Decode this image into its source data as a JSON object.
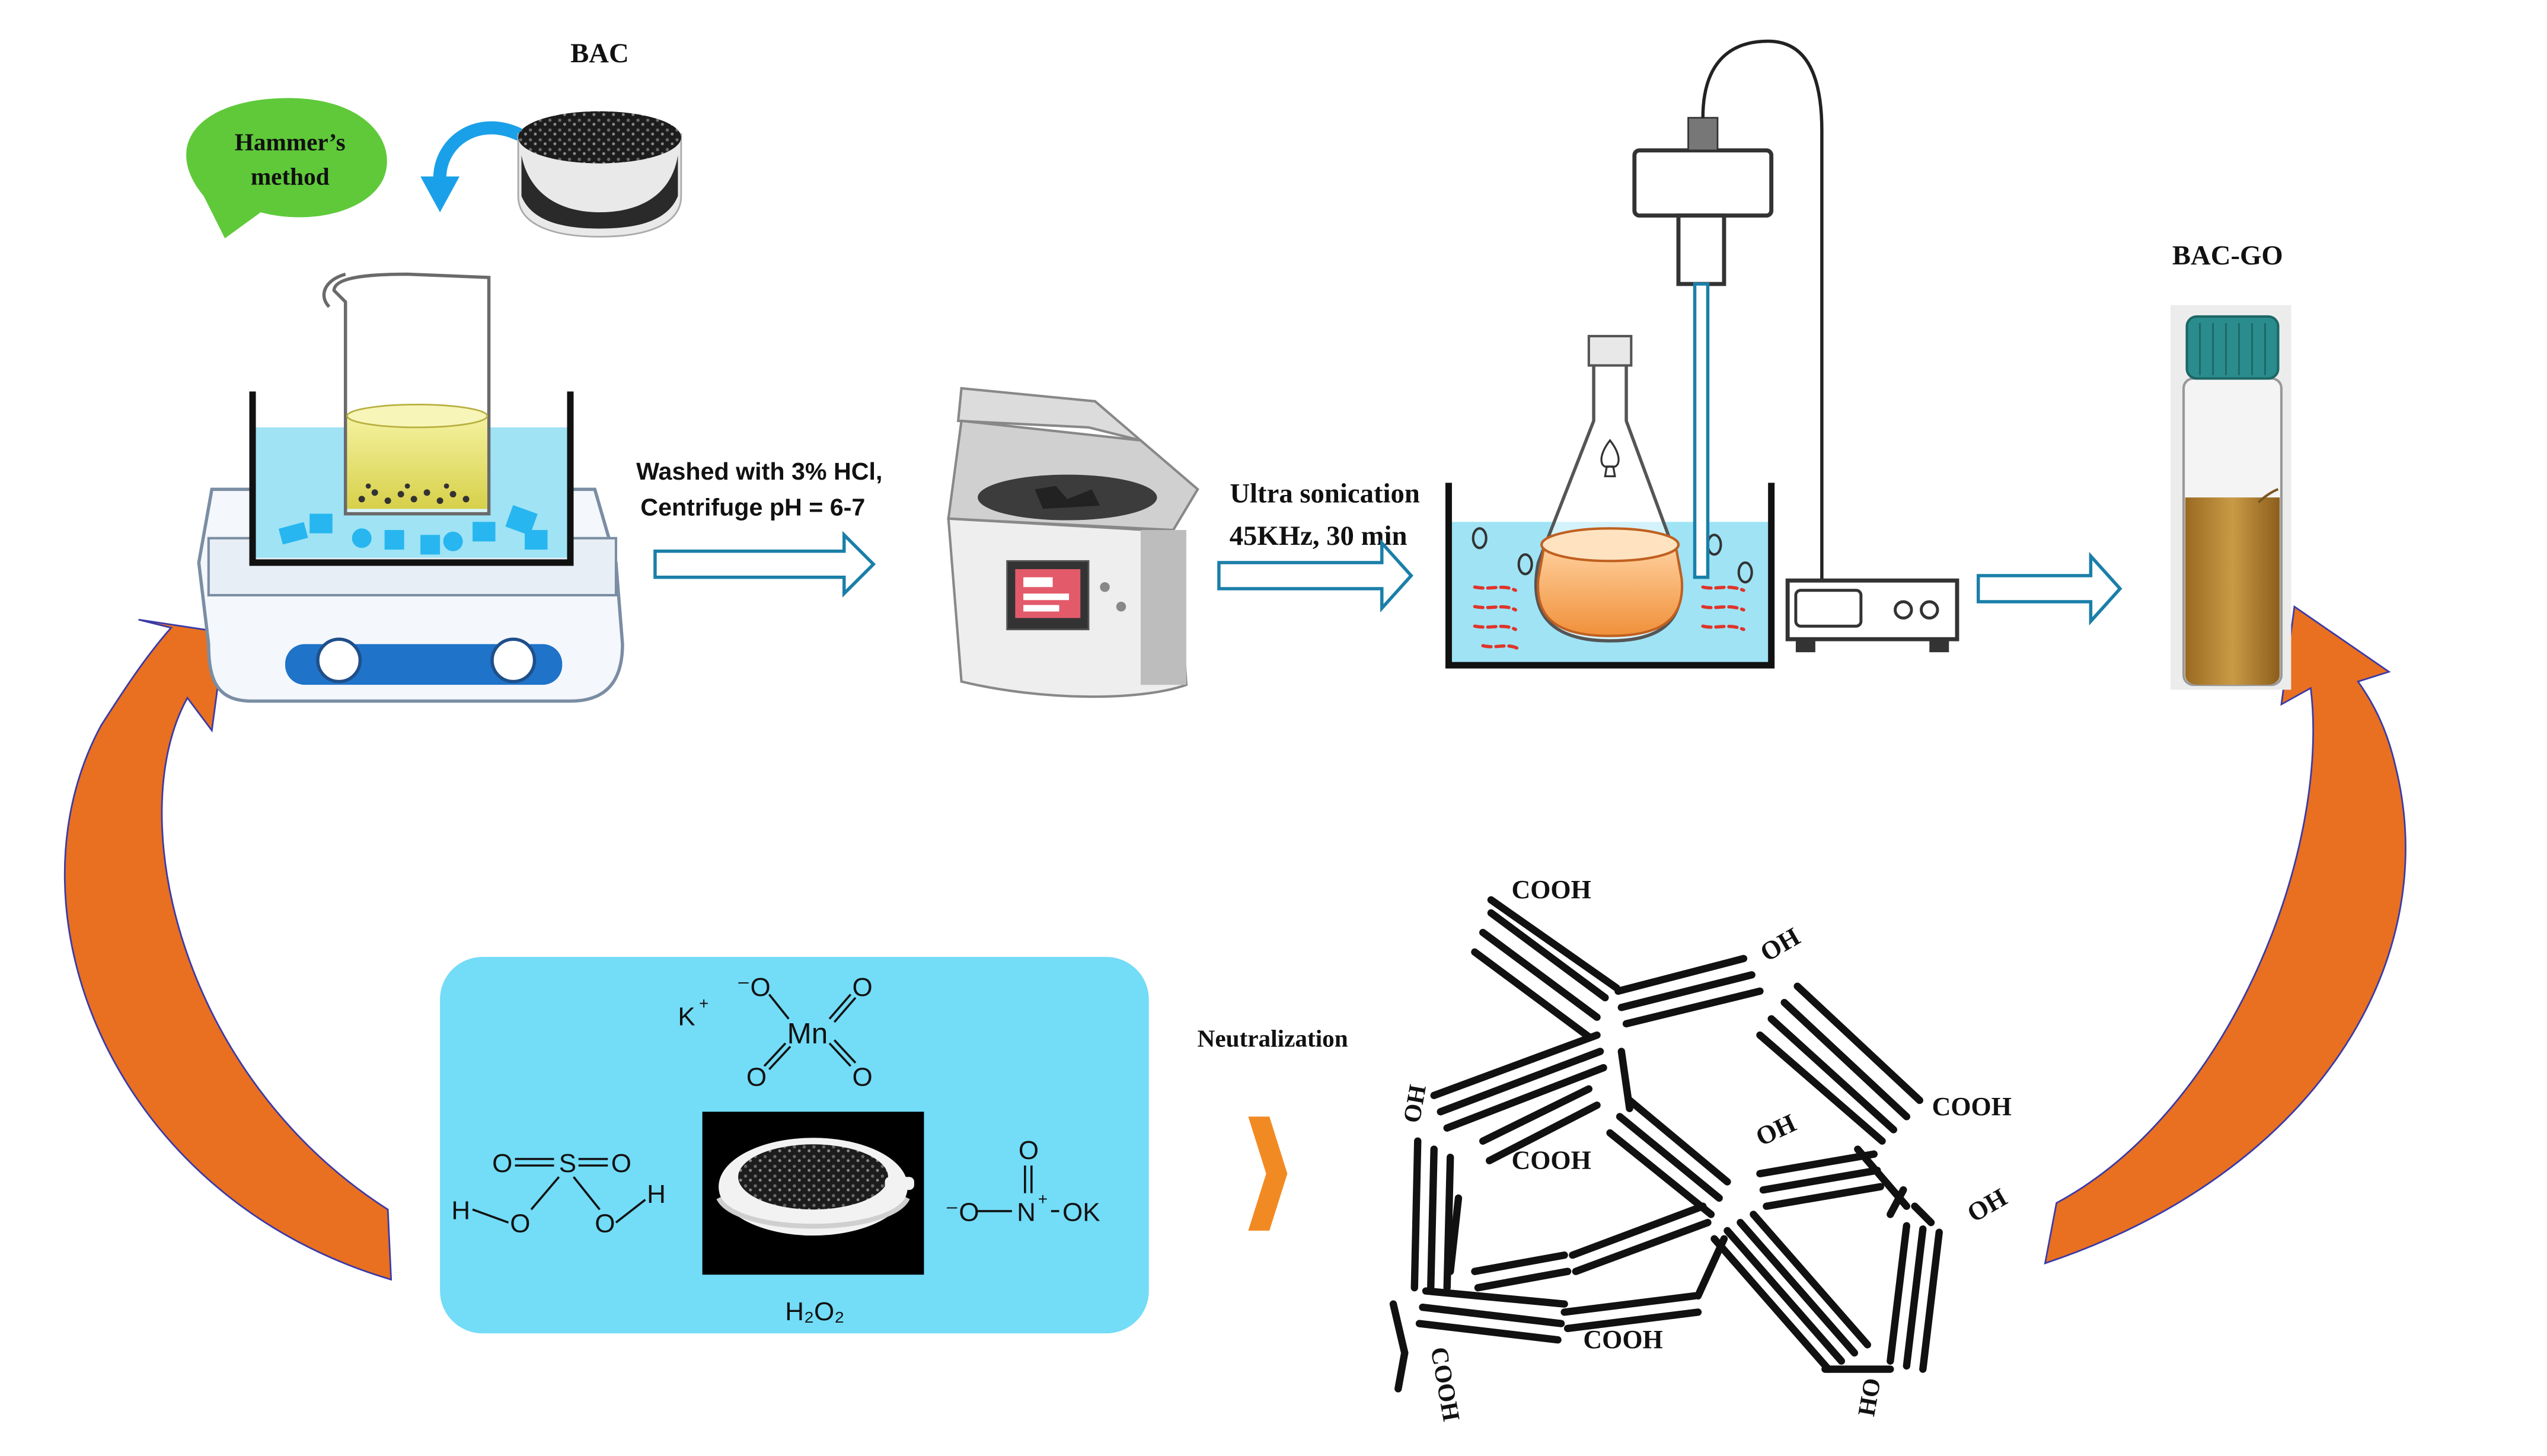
{
  "labels": {
    "bac": "BAC",
    "hammers_method": [
      "Hammer’s",
      "method"
    ],
    "washed": [
      "Washed with 3% HCl,",
      "Centrifuge pH = 6-7"
    ],
    "ultrasonication": [
      "Ultra  sonication",
      "45KHz, 30 min"
    ],
    "bac_go": "BAC-GO",
    "neutralization": "Neutralization",
    "h2o2": "H₂O₂"
  },
  "reagents": {
    "potassium": "K",
    "potassium_charge": "+",
    "mn": "Mn",
    "o": "O",
    "o_minus": "⁻O",
    "s": "S",
    "h": "H",
    "nitro_o_minus": "⁻O",
    "nitro_n": "N",
    "nitro_n_charge": "+",
    "nitro_ok": "OK"
  },
  "groups": {
    "g1": "COOH",
    "g2": "OH",
    "g3": "OH",
    "g4": "COOH",
    "g5": "OH",
    "g6": "COOH",
    "g7": "OH",
    "g8": "COOH",
    "g9": "COOH",
    "g10": "HO"
  },
  "colors": {
    "water": "#9fe3f5",
    "reagent_box": "#73dcf7",
    "arrow_orange": "#e87020",
    "bubble_green": "#5fc93a",
    "curl_blue": "#1aa0e8",
    "outline_arrow": "#1a7fa8",
    "bottle_cap": "#2a8c8c",
    "liquid_amber": "#b8862e"
  }
}
